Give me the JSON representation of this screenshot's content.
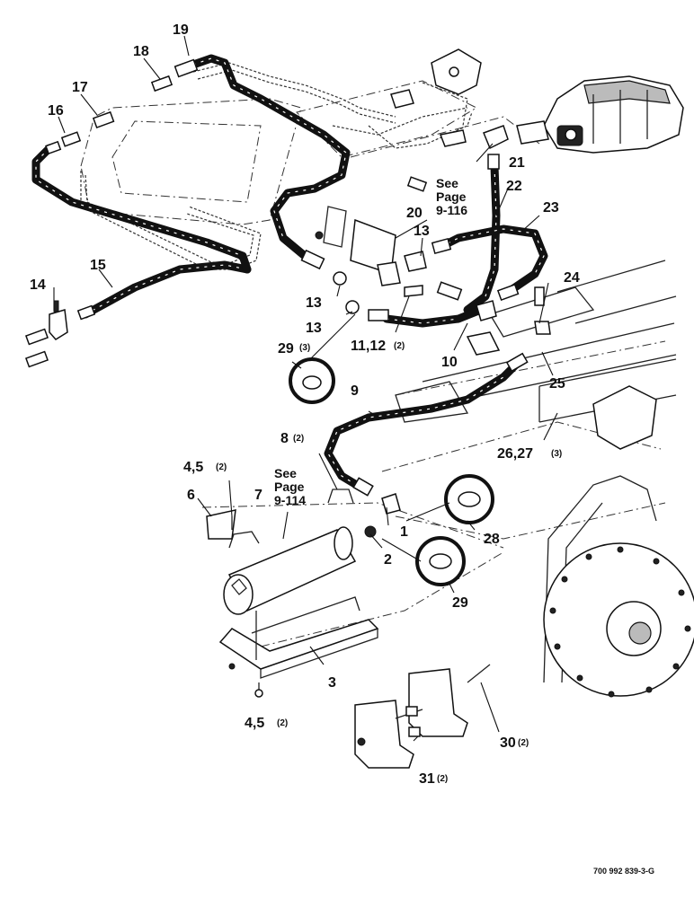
{
  "callouts": {
    "c1": "1",
    "c2": "2",
    "c3": "3",
    "c6": "6",
    "c7": "7",
    "c9": "9",
    "c10": "10",
    "c13a": "13",
    "c13b": "13",
    "c13c": "13",
    "c14": "14",
    "c15": "15",
    "c16": "16",
    "c17": "17",
    "c18": "18",
    "c19": "19",
    "c20": "20",
    "c21": "21",
    "c22": "22",
    "c23": "23",
    "c24": "24",
    "c25": "25",
    "c28": "28",
    "c29a": "29",
    "c29b": "29",
    "c45a": "4,5",
    "c45b": "4,5",
    "c8": "8",
    "c1112": "11,12",
    "c2627": "26,27",
    "c30": "30",
    "c31": "31"
  },
  "quantities": {
    "q45a": "(2)",
    "q45b": "(2)",
    "q8": "(2)",
    "q1112": "(2)",
    "q2627": "(3)",
    "q29": "(3)",
    "q30": "(2)",
    "q31": "(2)"
  },
  "page_refs": {
    "ref1": {
      "line1": "See",
      "line2": "Page",
      "line3": "9-116"
    },
    "ref2": {
      "line1": "See",
      "line2": "Page",
      "line3": "9-114"
    }
  },
  "figure_id": "700 992 839-3-G"
}
